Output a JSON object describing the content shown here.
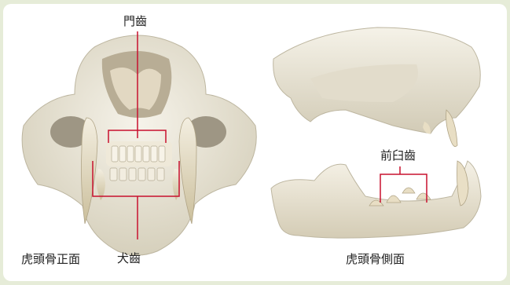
{
  "labels": {
    "incisor": "門齒",
    "canine": "犬齒",
    "premolar": "前臼齒",
    "front_caption": "虎頭骨正面",
    "side_caption": "虎頭骨側面"
  },
  "colors": {
    "background": "#e6ecd8",
    "panel": "#ffffff",
    "bone": "#ece8da",
    "bone_shadow": "#cfc9b6",
    "callout_line": "#c8102e"
  },
  "icons": [
    "skull-front-photo",
    "skull-side-photo",
    "mandible-side-photo"
  ]
}
